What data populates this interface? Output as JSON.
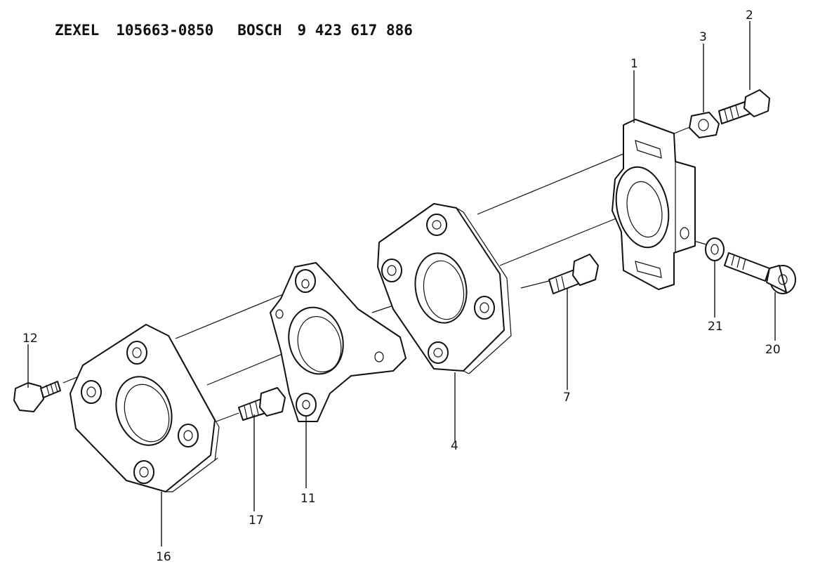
{
  "header": {
    "brand1": "ZEXEL",
    "code1": "105663-0850",
    "brand2": "BOSCH",
    "code2": "9 423 617 886"
  },
  "callouts": [
    "1",
    "2",
    "3",
    "4",
    "7",
    "11",
    "12",
    "16",
    "17",
    "20",
    "21"
  ]
}
